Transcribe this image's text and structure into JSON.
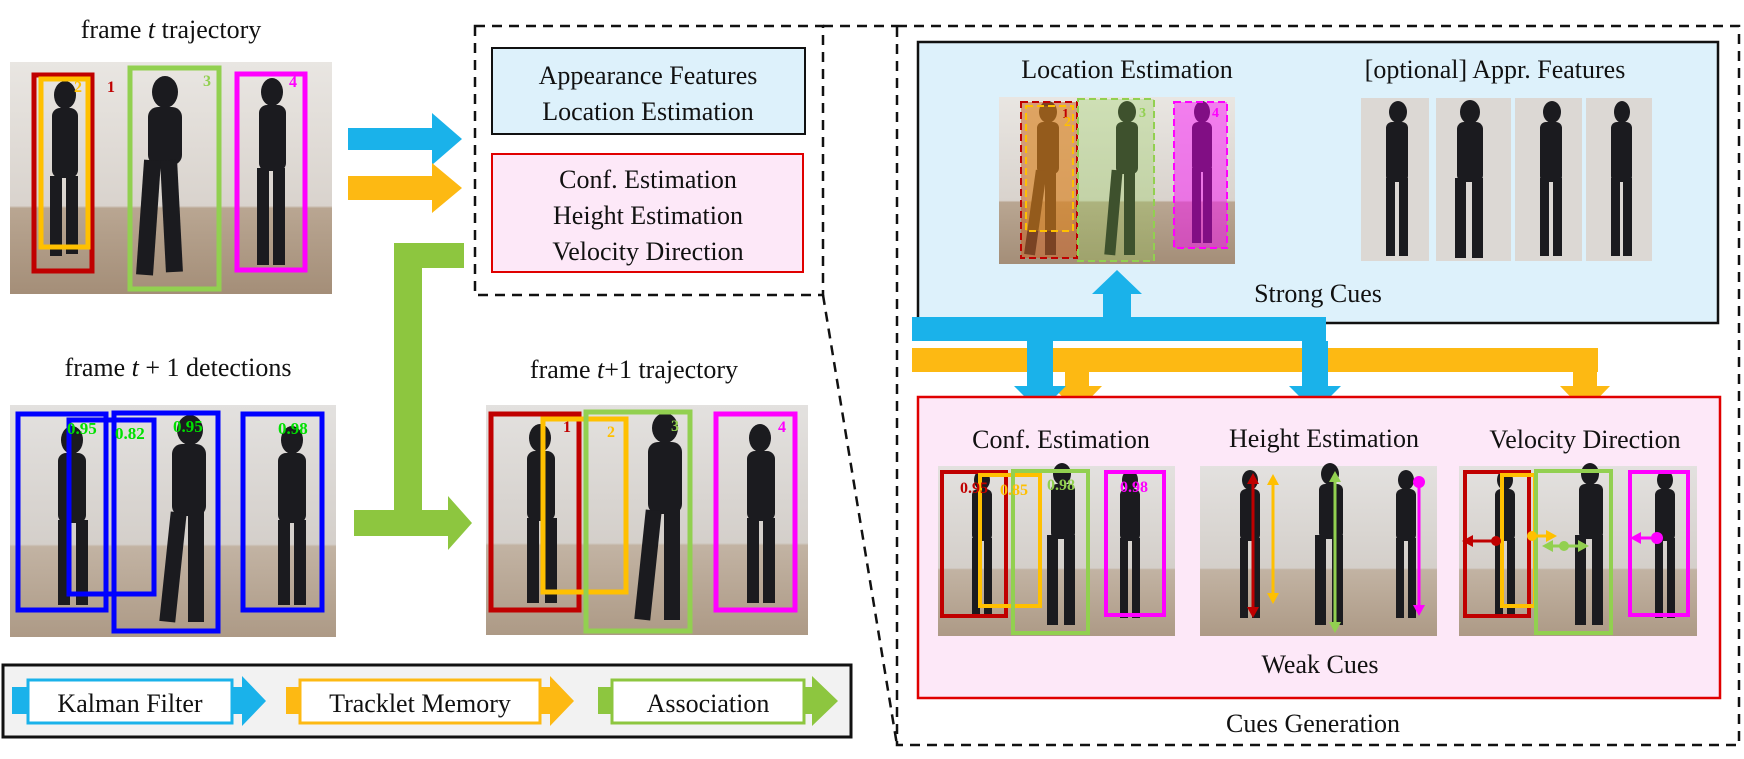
{
  "left": {
    "frame_t": {
      "prefix": "frame ",
      "var": "t",
      "suffix": " trajectory"
    },
    "frame_t1_det": {
      "prefix": "frame ",
      "var": "t",
      "suffix": " + 1 detections"
    },
    "frame_t1_traj": {
      "prefix": "frame ",
      "var": "t",
      "suffix": "+1 trajectory"
    },
    "ids_t": [
      "1",
      "2",
      "3",
      "4"
    ],
    "det_scores": [
      "0.95",
      "0.82",
      "0.95",
      "0.98"
    ],
    "ids_t1": [
      "1",
      "2",
      "3",
      "4"
    ]
  },
  "cue_boxes": {
    "blue": [
      "Appearance Features",
      "Location Estimation"
    ],
    "pink": [
      "Conf. Estimation",
      "Height Estimation",
      "Velocity Direction"
    ]
  },
  "legend": {
    "kalman": "Kalman Filter",
    "tracklet": "Tracklet Memory",
    "association": "Association"
  },
  "right": {
    "location_title": "Location Estimation",
    "appr_title": "[optional] Appr. Features",
    "strong_cues": "Strong Cues",
    "conf_title": "Conf. Estimation",
    "height_title": "Height Estimation",
    "velocity_title": "Velocity Direction",
    "weak_cues": "Weak Cues",
    "cues_generation": "Cues Generation",
    "loc_ids": [
      "1",
      "2",
      "3",
      "4"
    ],
    "conf_scores": [
      "0.95",
      "0.85",
      "0.98",
      "0.98"
    ]
  },
  "colors": {
    "kalman_blue": "#1ab2ea",
    "tracklet_yellow": "#fdb913",
    "association_green": "#8dc63f",
    "track1_red": "#c00000",
    "track2_yellow": "#ffc000",
    "track3_green": "#92d050",
    "track4_magenta": "#ff00ff",
    "det_blue": "#0000ff",
    "strong_bg": "#ddf1fb",
    "weak_bg": "#fde8f8"
  }
}
